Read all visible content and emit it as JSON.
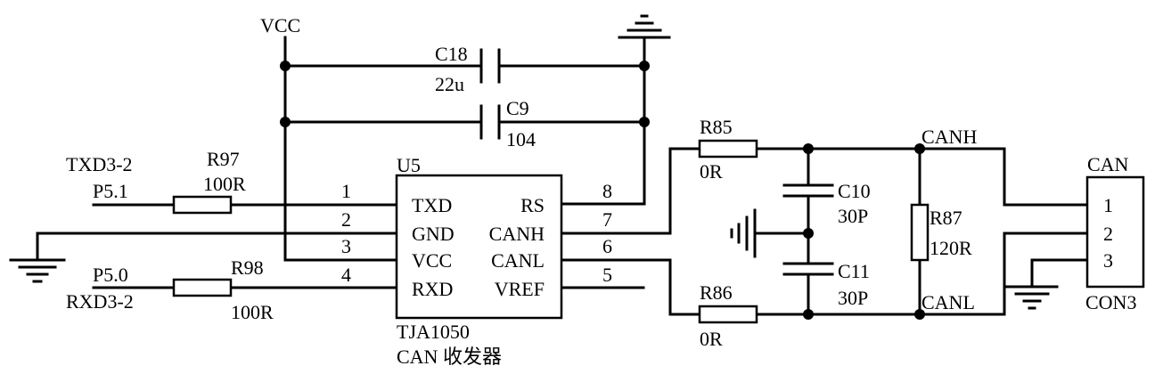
{
  "nets": {
    "vcc": "VCC",
    "txd_net": "TXD3-2",
    "txd_port": "P5.1",
    "rxd_port": "P5.0",
    "rxd_net": "RXD3-2",
    "canh": "CANH",
    "canl": "CANL"
  },
  "components": {
    "c18": {
      "ref": "C18",
      "value": "22u"
    },
    "c9": {
      "ref": "C9",
      "value": "104"
    },
    "r97": {
      "ref": "R97",
      "value": "100R"
    },
    "r98": {
      "ref": "R98",
      "value": "100R"
    },
    "r85": {
      "ref": "R85",
      "value": "0R"
    },
    "r86": {
      "ref": "R86",
      "value": "0R"
    },
    "c10": {
      "ref": "C10",
      "value": "30P"
    },
    "c11": {
      "ref": "C11",
      "value": "30P"
    },
    "r87": {
      "ref": "R87",
      "value": "120R"
    },
    "u5": {
      "ref": "U5",
      "part": "TJA1050",
      "desc": "CAN 收发器",
      "pins_left": [
        {
          "num": "1",
          "name": "TXD"
        },
        {
          "num": "2",
          "name": "GND"
        },
        {
          "num": "3",
          "name": "VCC"
        },
        {
          "num": "4",
          "name": "RXD"
        }
      ],
      "pins_right": [
        {
          "num": "8",
          "name": "RS"
        },
        {
          "num": "7",
          "name": "CANH"
        },
        {
          "num": "6",
          "name": "CANL"
        },
        {
          "num": "5",
          "name": "VREF"
        }
      ]
    },
    "con": {
      "title": "CAN",
      "ref": "CON3",
      "pins": [
        "1",
        "2",
        "3"
      ]
    }
  }
}
